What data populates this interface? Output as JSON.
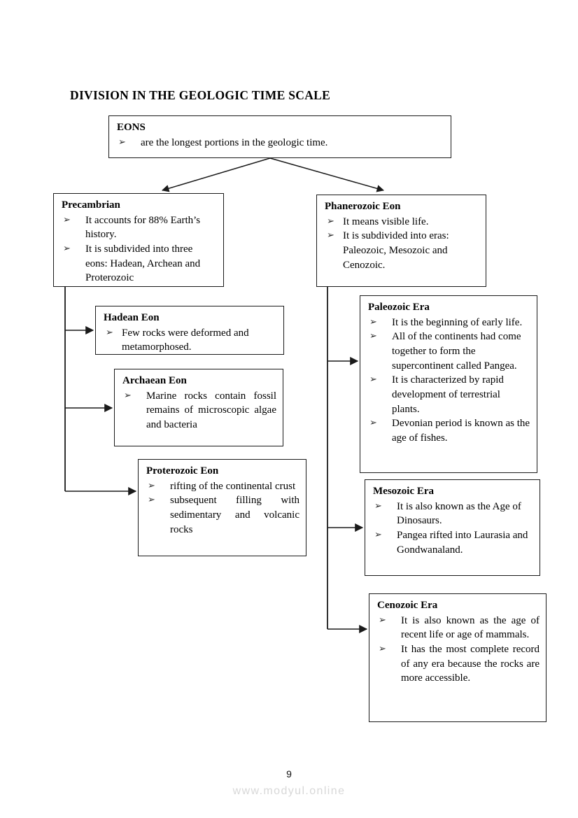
{
  "document": {
    "title": "DIVISION IN THE GEOLOGIC TIME SCALE",
    "page_number": "9",
    "watermark": "www.modyul.online",
    "bullet_glyph": "➢",
    "line_color": "#1a1a1a"
  },
  "nodes": {
    "eons": {
      "heading": "EONS",
      "bullets": [
        "are the longest portions in the geologic time."
      ]
    },
    "precambrian": {
      "heading": "Precambrian",
      "bullets": [
        "It accounts for 88% Earth’s history.",
        "It is subdivided into three eons:  Hadean, Archean and Proterozoic"
      ]
    },
    "phanerozoic_eon": {
      "heading": "Phanerozoic Eon",
      "bullets": [
        "It means visible life.",
        "It is subdivided into eras: Paleozoic, Mesozoic and Cenozoic."
      ]
    },
    "hadean_eon": {
      "heading": "Hadean Eon",
      "bullets": [
        "Few rocks were deformed and metamorphosed."
      ]
    },
    "archaean_eon": {
      "heading": "Archaean Eon",
      "bullets": [
        "Marine rocks contain fossil remains of microscopic algae and bacteria"
      ]
    },
    "proterozoic_eon": {
      "heading": "Proterozoic Eon",
      "bullets": [
        "rifting of the continental crust",
        "subsequent filling with sedimentary and volcanic rocks"
      ]
    },
    "paleozoic_era": {
      "heading": "Paleozoic Era",
      "bullets": [
        "It is the beginning of early life.",
        "All of the continents had come together to form the supercontinent called Pangea.",
        "It is characterized by rapid development of terrestrial plants.",
        "Devonian period is known as the age of fishes."
      ]
    },
    "mesozoic_era": {
      "heading": "Mesozoic Era",
      "bullets": [
        "It is also known as the Age of Dinosaurs.",
        "Pangea rifted into Laurasia and Gondwanaland."
      ]
    },
    "cenozoic_era": {
      "heading": "Cenozoic Era",
      "bullets": [
        "It is also known as the age of recent life or age of mammals.",
        "It has the most complete record of any era because the rocks are more accessible."
      ]
    }
  }
}
